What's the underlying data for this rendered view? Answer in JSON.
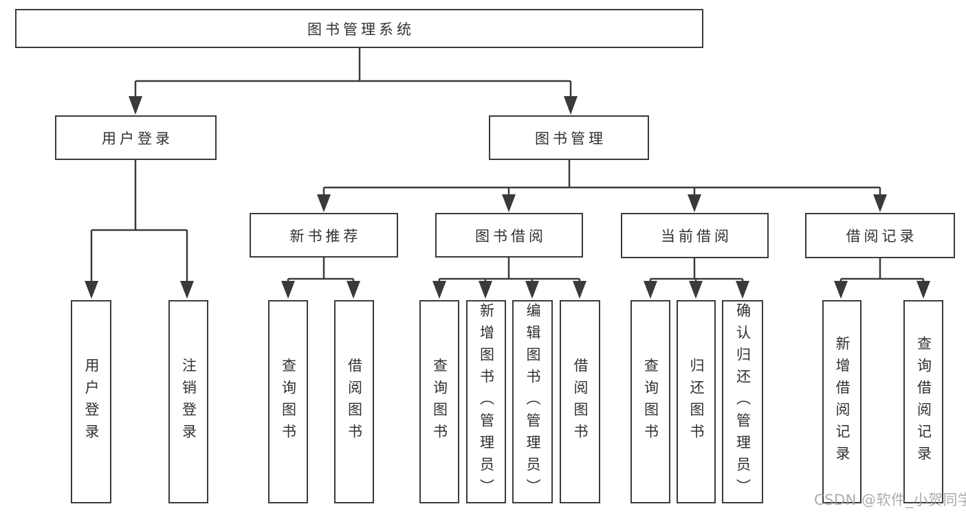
{
  "diagram_title": "图书管理系统",
  "colors": {
    "line": "#3a3a3a",
    "box_border": "#3a3a3a",
    "text": "#303030",
    "background": "#ffffff",
    "watermark": "#9e9e9e"
  },
  "tree": {
    "root": {
      "label": "图书管理系统"
    },
    "branches": [
      {
        "label": "用户登录",
        "children": [
          {
            "label": "用户登录"
          },
          {
            "label": "注销登录"
          }
        ]
      },
      {
        "label": "图书管理",
        "sections": [
          {
            "label": "新书推荐",
            "children": [
              {
                "label": "查询图书"
              },
              {
                "label": "借阅图书"
              }
            ]
          },
          {
            "label": "图书借阅",
            "children": [
              {
                "label": "查询图书"
              },
              {
                "label": "新增图书（管理员）"
              },
              {
                "label": "编辑图书（管理员）"
              },
              {
                "label": "借阅图书"
              }
            ]
          },
          {
            "label": "当前借阅",
            "children": [
              {
                "label": "查询图书"
              },
              {
                "label": "归还图书"
              },
              {
                "label": "确认归还（管理员）"
              }
            ]
          },
          {
            "label": "借阅记录",
            "children": [
              {
                "label": "新增借阅记录"
              },
              {
                "label": "查询借阅记录"
              }
            ]
          }
        ]
      }
    ]
  },
  "watermark": {
    "text": "CSDN @软件_小贺同学"
  }
}
